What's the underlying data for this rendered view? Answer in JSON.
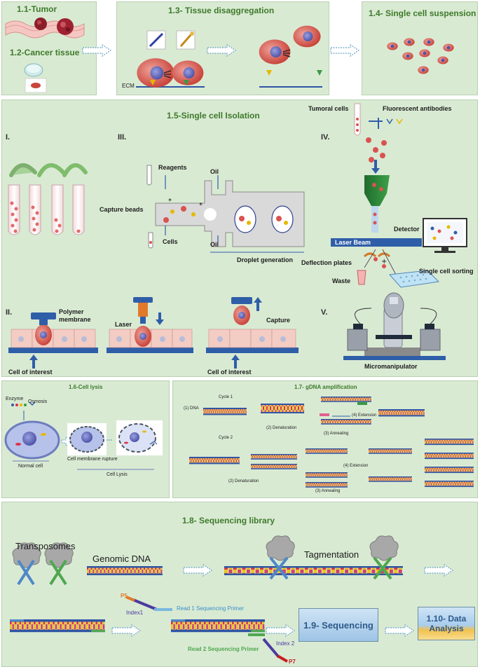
{
  "sections": {
    "tumor": "1.1-Tumor",
    "cancer_tissue": "1.2-Cancer tissue",
    "disaggregation": "1.3- Tissue disaggregation",
    "ecm": "ECM",
    "suspension": "1.4- Single cell suspension",
    "isolation": "1.5-Single cell Isolation",
    "lysis": "1.6-Cell lysis",
    "gdna": "1.7- gDNA amplification",
    "library": "1.8- Sequencing library",
    "sequencing": "1.9- Sequencing",
    "analysis": "1.10- Data Analysis"
  },
  "isolation": {
    "roman_1": "I.",
    "roman_2": "II.",
    "roman_3": "III.",
    "roman_4": "IV.",
    "roman_5": "V.",
    "reagents": "Reagents",
    "capture_beads": "Capture beads",
    "cells": "Cells",
    "oil_top": "Oil",
    "oil_bottom": "Oil",
    "droplet_generation": "Droplet generation",
    "tumoral_cells": "Tumoral cells",
    "fluorescent_antibodies": "Fluorescent antibodies",
    "detector": "Detector",
    "laser_beam": "Laser Beam",
    "deflection_plates": "Deflection plates",
    "waste": "Waste",
    "single_cell_sorting": "Single cell sorting",
    "polymer_membrane": "Polymer\nmembrane",
    "laser": "Laser",
    "capture": "Capture",
    "cell_of_interest_1": "Cell of interest",
    "cell_of_interest_2": "Cell of interest",
    "micromanipulator": "Micromanipulator"
  },
  "lysis": {
    "enzyme": "Enzyme",
    "osmosis": "Osmosis",
    "normal_cell": "Normal cell",
    "membrane_rupture": "Cell membrane rupture",
    "cell_lysis": "Cell Lysis"
  },
  "gdna": {
    "cycle1": "Cycle 1",
    "cycle2": "Cycle 2",
    "dna": "(1)  DNA",
    "denat1": "(2)  Denaturation",
    "anneal1": "(3)  Annealing",
    "ext1": "(4) Extension",
    "denat2": "(2)  Denaturation",
    "anneal2": "(3)  Annealing",
    "ext2": "(4) Extension"
  },
  "library": {
    "transposomes": "Transposomes",
    "genomic_dna": "Genomic DNA",
    "tagmentation": "Tagmentation",
    "p5": "P5",
    "index1": "Index1",
    "read1": "Read 1 Sequencing Primer",
    "index2": "Index 2",
    "read2": "Read 2 Sequencing Primer",
    "p7": "P7"
  },
  "colors": {
    "panel": "#d9ead3",
    "title_green": "#3d7a2a",
    "cell_red": "#d9534f",
    "nucleus": "#6a6fb8",
    "dna_blue": "#2f55a4",
    "rung_red": "#e0304a",
    "rung_yellow": "#e6c620"
  }
}
